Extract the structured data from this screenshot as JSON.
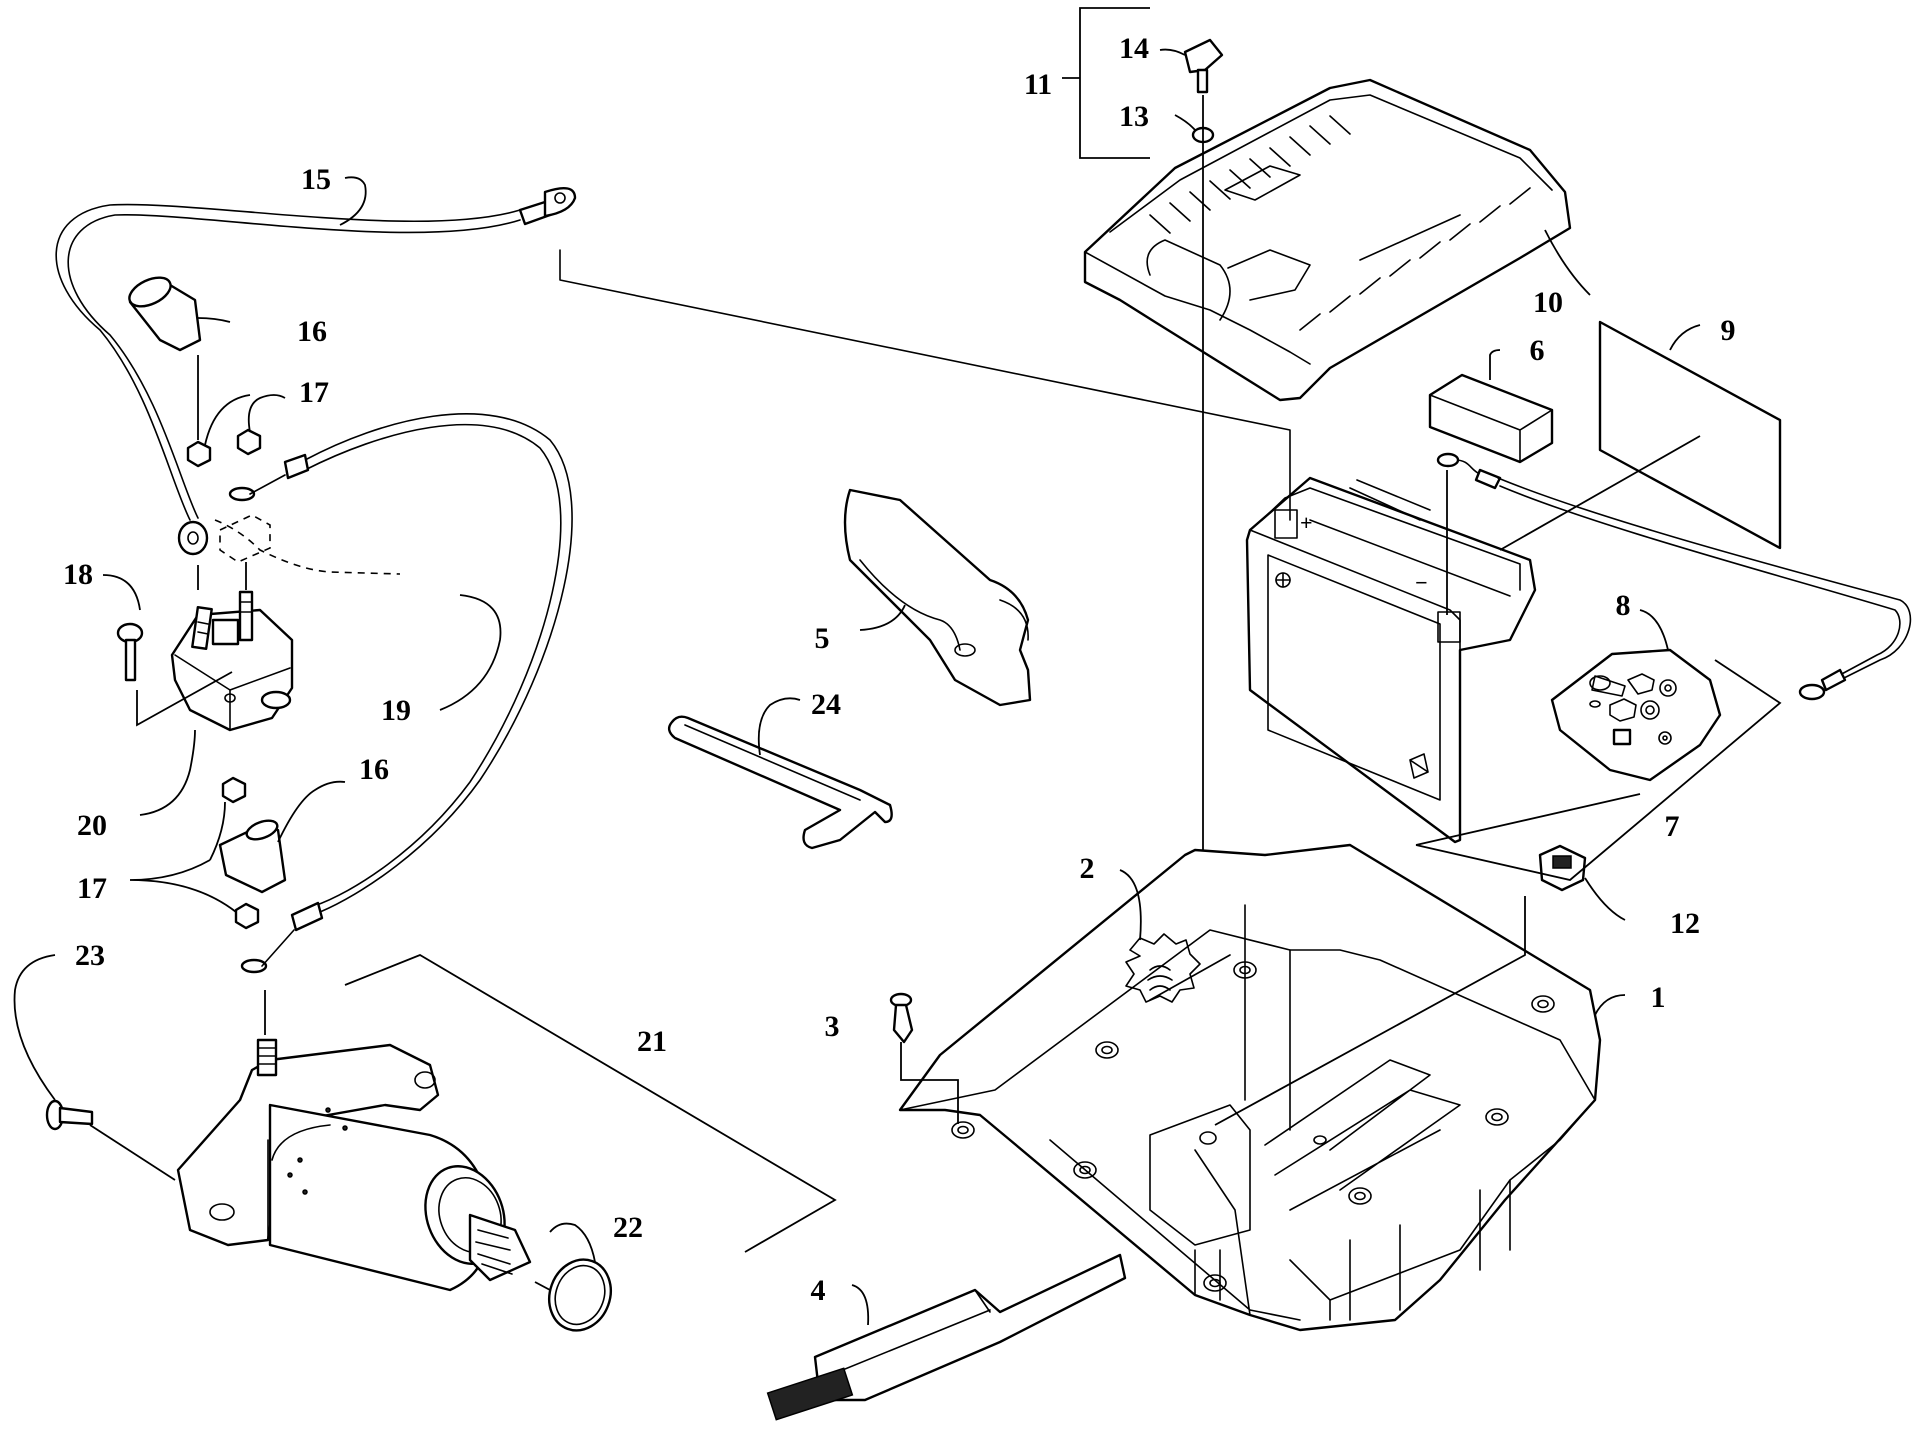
{
  "callouts": [
    {
      "id": "callout-1",
      "text": "1"
    },
    {
      "id": "callout-2",
      "text": "2"
    },
    {
      "id": "callout-3",
      "text": "3"
    },
    {
      "id": "callout-4",
      "text": "4"
    },
    {
      "id": "callout-5",
      "text": "5"
    },
    {
      "id": "callout-6",
      "text": "6"
    },
    {
      "id": "callout-7",
      "text": "7"
    },
    {
      "id": "callout-8",
      "text": "8"
    },
    {
      "id": "callout-9",
      "text": "9"
    },
    {
      "id": "callout-10",
      "text": "10"
    },
    {
      "id": "callout-11",
      "text": "11"
    },
    {
      "id": "callout-12",
      "text": "12"
    },
    {
      "id": "callout-13",
      "text": "13"
    },
    {
      "id": "callout-14",
      "text": "14"
    },
    {
      "id": "callout-15",
      "text": "15"
    },
    {
      "id": "callout-16a",
      "text": "16"
    },
    {
      "id": "callout-16b",
      "text": "16"
    },
    {
      "id": "callout-17a",
      "text": "17"
    },
    {
      "id": "callout-17b",
      "text": "17"
    },
    {
      "id": "callout-18",
      "text": "18"
    },
    {
      "id": "callout-19",
      "text": "19"
    },
    {
      "id": "callout-20",
      "text": "20"
    },
    {
      "id": "callout-21",
      "text": "21"
    },
    {
      "id": "callout-22",
      "text": "22"
    },
    {
      "id": "callout-23",
      "text": "23"
    },
    {
      "id": "callout-24",
      "text": "24"
    }
  ],
  "battery_symbols": {
    "plus": "+",
    "minus": "−"
  }
}
